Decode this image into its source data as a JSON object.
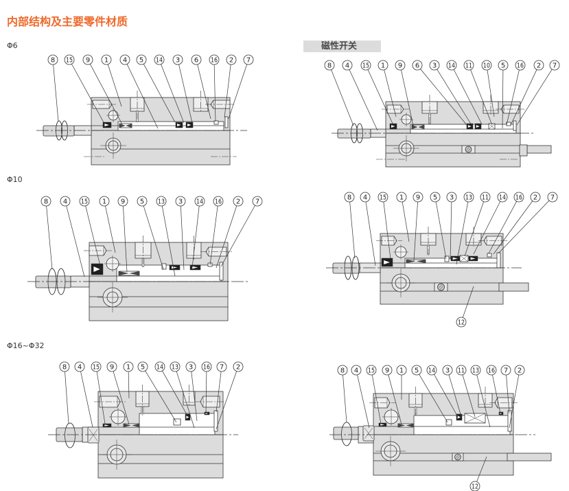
{
  "page": {
    "title": "内部结构及主要零件材质",
    "magnetic_switch_label": "磁性开关"
  },
  "colors": {
    "accent": "#EE6A2C",
    "body_fill": "#dcdcdc",
    "line": "#333333",
    "label_bg": "#dcdcdc"
  },
  "sections": [
    {
      "bore_label": "Φ6",
      "standard": {
        "callouts": [
          "8",
          "15",
          "9",
          "1",
          "4",
          "5",
          "14",
          "3",
          "6",
          "16",
          "2",
          "7"
        ],
        "bottom_callouts": []
      },
      "magnetic": {
        "callouts": [
          "8",
          "4",
          "15",
          "1",
          "9",
          "6",
          "3",
          "14",
          "11",
          "10",
          "5",
          "16",
          "2",
          "7"
        ],
        "bottom_callouts": []
      }
    },
    {
      "bore_label": "Φ10",
      "standard": {
        "callouts": [
          "8",
          "4",
          "15",
          "1",
          "9",
          "5",
          "13",
          "3",
          "14",
          "16",
          "2",
          "7"
        ],
        "bottom_callouts": []
      },
      "magnetic": {
        "callouts": [
          "8",
          "4",
          "15",
          "1",
          "9",
          "5",
          "3",
          "13",
          "11",
          "14",
          "16",
          "2",
          "7"
        ],
        "bottom_callouts": [
          "12"
        ]
      }
    },
    {
      "bore_label": "Φ16~Φ32",
      "standard": {
        "callouts": [
          "8",
          "4",
          "15",
          "9",
          "1",
          "5",
          "14",
          "13",
          "3",
          "16",
          "7",
          "2"
        ],
        "bottom_callouts": []
      },
      "magnetic": {
        "callouts": [
          "8",
          "4",
          "15",
          "9",
          "1",
          "5",
          "14",
          "3",
          "11",
          "13",
          "16",
          "7",
          "2"
        ],
        "bottom_callouts": [
          "12"
        ]
      }
    }
  ]
}
